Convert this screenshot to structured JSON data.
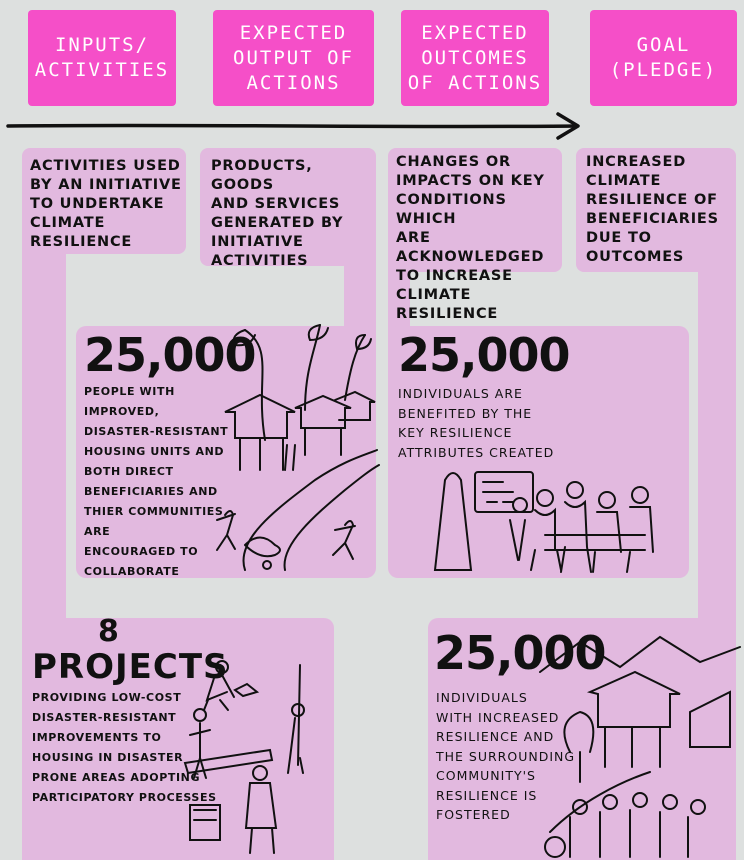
{
  "headers": [
    {
      "label": "INPUTS/\nACTIVITIES"
    },
    {
      "label": "EXPECTED\nOUTPUT OF\nACTIONS"
    },
    {
      "label": "EXPECTED\nOUTCOMES\nOF ACTIONS"
    },
    {
      "label": "GOAL\n(PLEDGE)"
    }
  ],
  "descriptions": [
    {
      "text": "Activities used\nby an initiative\nto undertake\nclimate\nresilience"
    },
    {
      "text": "Products, goods\nand services\ngenerated by\ninitiative\nactivities"
    },
    {
      "text": "Changes or\nimpacts on key\nconditions which\nare acknowledged\nto increase\nclimate resilience"
    },
    {
      "text": "Increased\nclimate\nresilience of\nbeneficiaries\ndue to\noutcomes"
    }
  ],
  "boxes": {
    "output": {
      "number": "25,000",
      "text": "People with improved,\ndisaster-resistant\nhousing units and\nboth direct\nbeneficiaries and\nthier communities are\nencouraged to\ncollaborate"
    },
    "outcome": {
      "number": "25,000",
      "text": "Individuals are\nbenefited by the\nkey resilience\nattributes created"
    },
    "input": {
      "number": "8",
      "number_label": "PROJECTS",
      "text": "Providing low-cost\ndisaster-resistant\nimprovements to\nhousing in disaster\nprone areas adopting\nparticipatory processes"
    },
    "goal": {
      "number": "25,000",
      "text": "Individuals\nwith increased\nresilience and\nthe surrounding\ncommunity's\nresilience is\nfostered"
    }
  },
  "colors": {
    "header": "#f54fc8",
    "panel": "#e2b9df",
    "background": "#dde0df"
  },
  "icons": [
    "timeline-arrow-icon",
    "stilt-houses-illustration",
    "community-meeting-illustration",
    "construction-workers-illustration",
    "resilient-community-illustration"
  ]
}
